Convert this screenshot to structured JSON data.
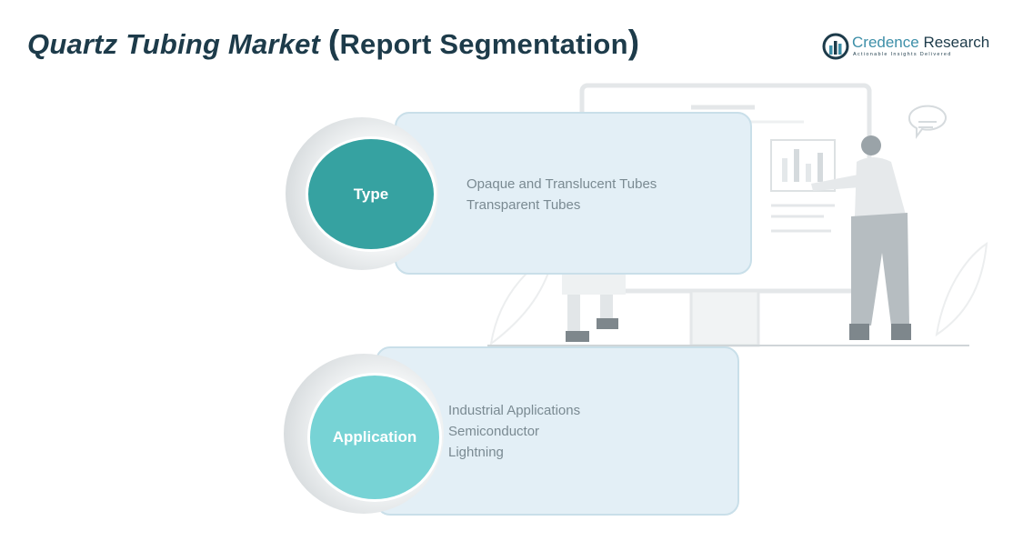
{
  "header": {
    "title_main": "Quartz Tubing Market",
    "title_open_paren": "(",
    "title_sub": "Report Segmentation",
    "title_close_paren": ")"
  },
  "logo": {
    "name_first": "Credence",
    "name_second": "Research",
    "tagline": "Actionable Insights Delivered"
  },
  "segments": [
    {
      "label": "Type",
      "color": "#36a2a1",
      "items": [
        "Opaque and Translucent Tubes",
        "Transparent Tubes"
      ]
    },
    {
      "label": "Application",
      "color": "#77d3d5",
      "items": [
        "Industrial Applications",
        "Semiconductor",
        "Lightning"
      ]
    }
  ],
  "illustration": {
    "icon": "presenter-with-chart-icon"
  }
}
